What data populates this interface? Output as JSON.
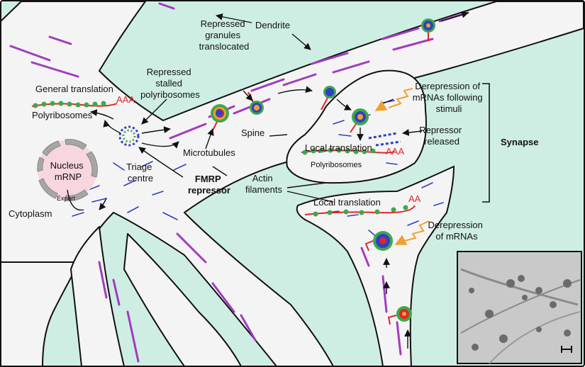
{
  "colors": {
    "background": "#cfeee3",
    "cell": "#f4f4f4",
    "outline": "#111111",
    "microtubule": "#a23bbf",
    "actin": "#2f3fc9",
    "mrna": "#e0252a",
    "ribosome": "#3ea84a",
    "stimulus": "#f0a030",
    "nucleus": "#f7d6de",
    "nucleus_ring": "#a6a6a6"
  },
  "labels": {
    "dendrite": "Dendrite",
    "repressed_granules": [
      "Repressed",
      "granules",
      "translocated"
    ],
    "general_translation": "General translation",
    "aaa_general": "AAA",
    "polyribosomes_main": "Polyribosomes",
    "repressed_stalled": [
      "Repressed",
      "stalled",
      "polyribosomes"
    ],
    "derepression_stimuli": [
      "Derepression of",
      "mRNAs following",
      "stimuli"
    ],
    "nucleus": [
      "Nucleus",
      "mRNP"
    ],
    "export": "Export",
    "spine": "Spine",
    "repressor_released": [
      "Repressor",
      "released"
    ],
    "synapse": "Synapse",
    "microtubules": "Microtubules",
    "local_translation_top": "Local translation",
    "aaa_spine": "AAA",
    "polyribosomes_spine": "Polyribosomes",
    "triage_centre": [
      "Triage",
      "centre"
    ],
    "fmrp_repressor": [
      "FMRP",
      "repressor"
    ],
    "actin_filaments": [
      "Actin",
      "filaments"
    ],
    "cytoplasm": "Cytoplasm",
    "local_translation_bottom": "Local translation",
    "aa_bottom": "AA",
    "derepression_mrnas": [
      "Derepression",
      "of mRNAs"
    ]
  },
  "inset": {
    "description_hidden": "",
    "scale_bar": true
  }
}
